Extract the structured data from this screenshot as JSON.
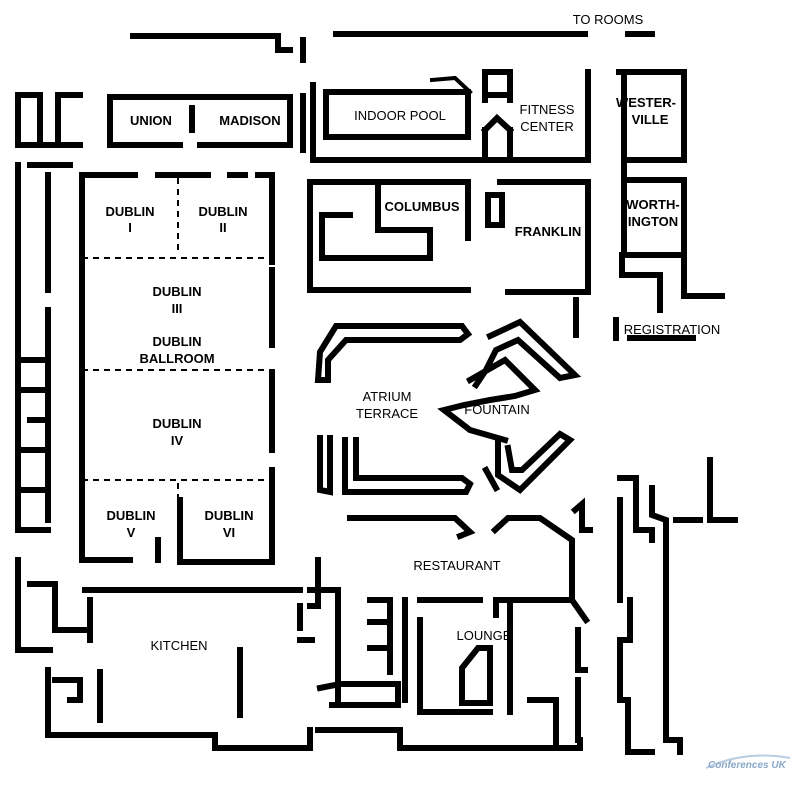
{
  "rooms": {
    "to_rooms": "TO ROOMS",
    "union": "UNION",
    "madison": "MADISON",
    "indoor_pool": "INDOOR POOL",
    "fitness_center": [
      "FITNESS",
      "CENTER"
    ],
    "westerville": [
      "WESTER-",
      "VILLE"
    ],
    "columbus": "COLUMBUS",
    "franklin": "FRANKLIN",
    "worthington": [
      "WORTH-",
      "INGTON"
    ],
    "registration": "REGISTRATION",
    "dublin_1": [
      "DUBLIN",
      "I"
    ],
    "dublin_2": [
      "DUBLIN",
      "II"
    ],
    "dublin_3": [
      "DUBLIN",
      "III"
    ],
    "dublin_ballroom": [
      "DUBLIN",
      "BALLROOM"
    ],
    "dublin_4": [
      "DUBLIN",
      "IV"
    ],
    "dublin_5": [
      "DUBLIN",
      "V"
    ],
    "dublin_6": [
      "DUBLIN",
      "VI"
    ],
    "atrium_terrace": [
      "ATRIUM",
      "TERRACE"
    ],
    "fountain": "FOUNTAIN",
    "restaurant": "RESTAURANT",
    "lounge": "LOUNGE",
    "kitchen": "KITCHEN"
  },
  "watermark": "Conferences UK"
}
